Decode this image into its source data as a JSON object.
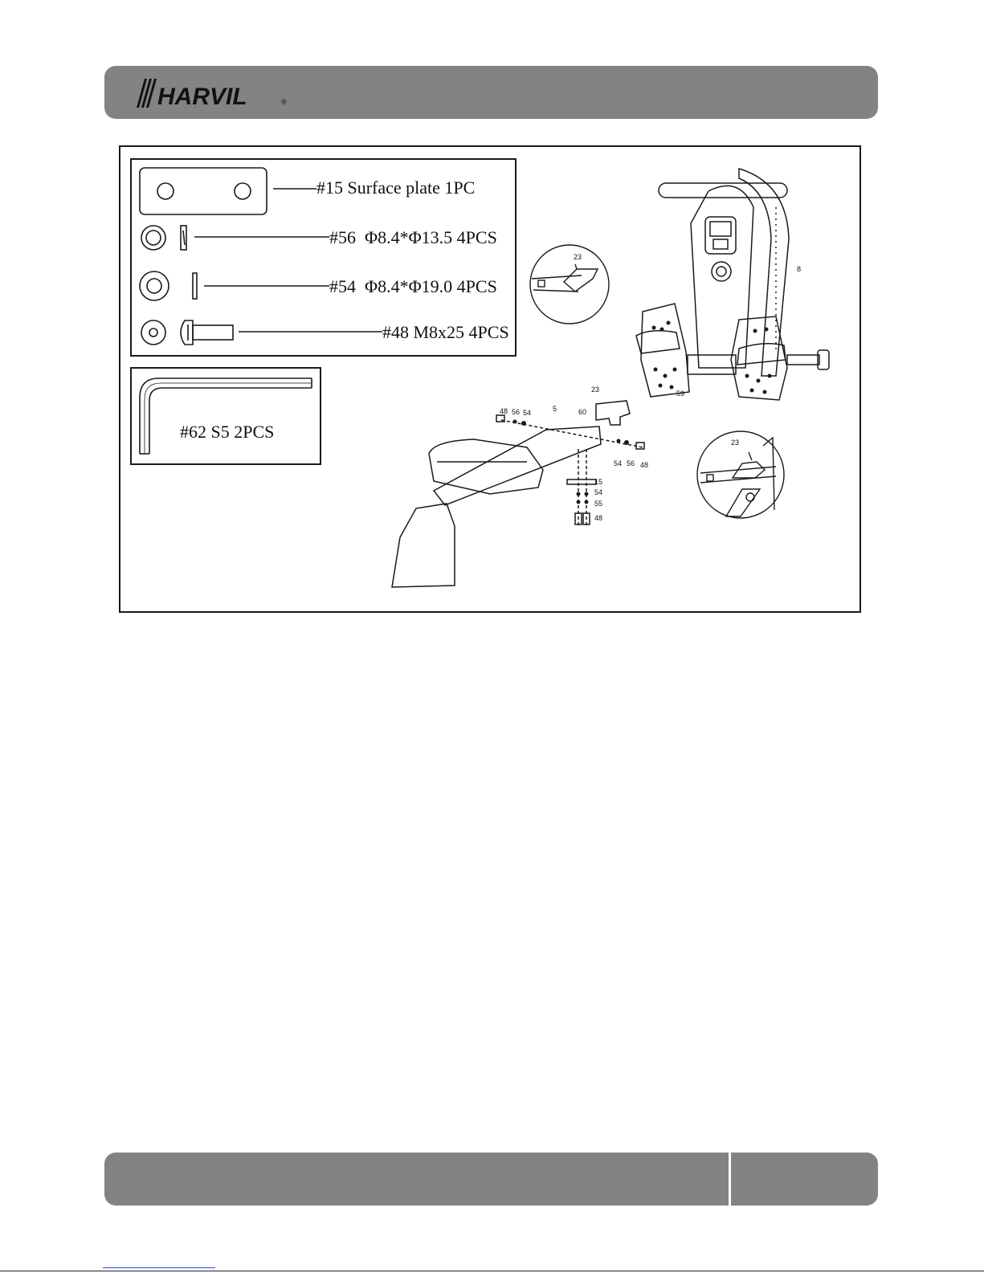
{
  "header": {
    "brand": "HARVIL",
    "registered_mark": "®"
  },
  "parts": {
    "surface_plate": "#15 Surface plate 1PC",
    "washer_small": "#56  Φ8.4*Φ13.5 4PCS",
    "washer_large": "#54  Φ8.4*Φ19.0 4PCS",
    "bolt": "#48 M8x25 4PCS",
    "allen_key": "#62 S5 2PCS"
  },
  "callouts": {
    "c23_top": "23",
    "c8": "8",
    "c59": "59",
    "c23_mid": "23",
    "c48_left": "48",
    "c56_left": "56",
    "c54_left": "54",
    "c5": "5",
    "c60": "60",
    "c54_right": "54",
    "c56_right": "56",
    "c48_right": "48",
    "c15": "15",
    "c54_low": "54",
    "c56_low": "55",
    "c48_low": "48",
    "c23_detail": "23"
  },
  "colors": {
    "bar": "#838383",
    "line": "#1a1a1a"
  }
}
